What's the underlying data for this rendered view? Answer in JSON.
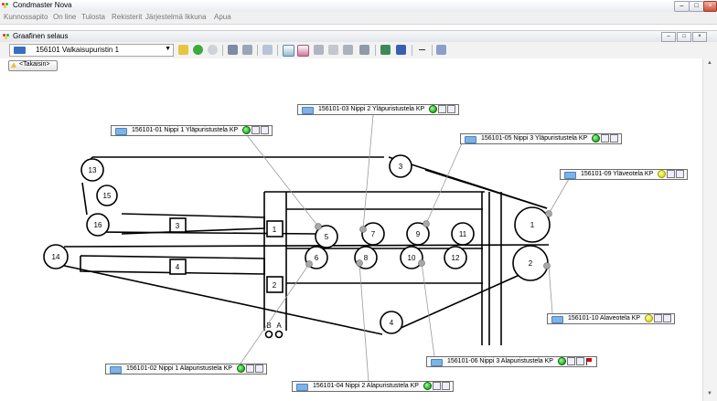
{
  "window": {
    "title": "Condmaster Nova"
  },
  "menu": [
    "Kunnossapito",
    "On line",
    "Tulosta",
    "Rekisterit",
    "Järjestelmä",
    "Ikkuna",
    "Apua"
  ],
  "subwindow": {
    "title": "Graafinen selaus"
  },
  "toolbar": {
    "machine_select": "156101  Valkaisupuristin 1"
  },
  "back_button": "<Takaisin>",
  "rolls": [
    "1",
    "2",
    "3",
    "4",
    "5",
    "6",
    "7",
    "8",
    "9",
    "10",
    "11",
    "12",
    "13",
    "14",
    "15",
    "16"
  ],
  "frames": [
    "1",
    "2",
    "3",
    "4"
  ],
  "side_labels": [
    "B",
    "A"
  ],
  "tags": [
    {
      "id": "t01",
      "label": "156101-01  Nippi 1 Yläpuristustela KP",
      "status": "green"
    },
    {
      "id": "t02",
      "label": "156101-02  Nippi 1 Alapuristustela KP",
      "status": "green"
    },
    {
      "id": "t03",
      "label": "156101-03  Nippi 2 Yläpuristustela KP",
      "status": "green"
    },
    {
      "id": "t04",
      "label": "156101-04  Nippi 2 Alapuristustela KP",
      "status": "green"
    },
    {
      "id": "t05",
      "label": "156101-05  Nippi 3 Yläpuristustela KP",
      "status": "green"
    },
    {
      "id": "t06",
      "label": "156101-06  Nippi 3 Alapuristustela KP",
      "status": "green",
      "flag": true
    },
    {
      "id": "t09",
      "label": "156101-09  Yläveotela KP",
      "status": "yellow"
    },
    {
      "id": "t10",
      "label": "156101-10  Alaveotela KP",
      "status": "yellow"
    }
  ],
  "colors": {
    "green": "#1a9a1a",
    "yellow": "#e8d000",
    "flag": "#dd0000",
    "accent": "#3a6fc0"
  }
}
